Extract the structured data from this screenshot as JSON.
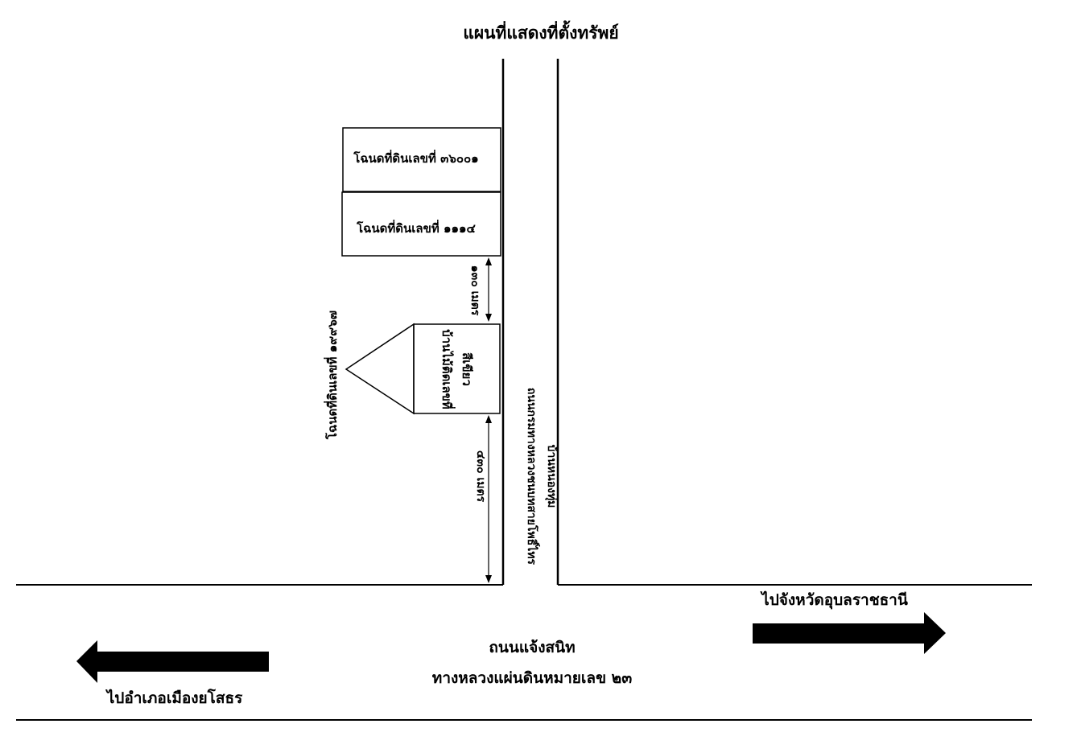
{
  "title": "แผนที่แสดงที่ตั้งทรัพย์",
  "parcels": {
    "deed_north_1": "โฉนดที่ดินเลขที่ ๓๖๐๐๑",
    "deed_north_2": "โฉนดที่ดินเลขที่ ๑๑๑๔",
    "deed_west": "โฉนดที่ดินเลขที่ ๑๙๙๖๗"
  },
  "house": {
    "label_line1": "บ้านไม้ติดเลขที่",
    "label_line2": "สีเขียว"
  },
  "distances": {
    "upper": "๑๓๐ เมตร",
    "lower": "๔๓๐ เมตร"
  },
  "side_road": {
    "label_line1": "ถนนกรมทางหลวงชนบทสายโพธิ์ไทร",
    "label_line2": "บ้านหนองทุ่ม"
  },
  "main_road": {
    "name": "ถนนแจ้งสนิท",
    "highway": "ทางหลวงแผ่นดินหมายเลข ๒๓"
  },
  "directions": {
    "left": "ไปอำเภอเมืองยโสธร",
    "right": "ไปจังหวัดอุบลราชธานี"
  },
  "colors": {
    "line": "#000000",
    "background": "#ffffff"
  }
}
